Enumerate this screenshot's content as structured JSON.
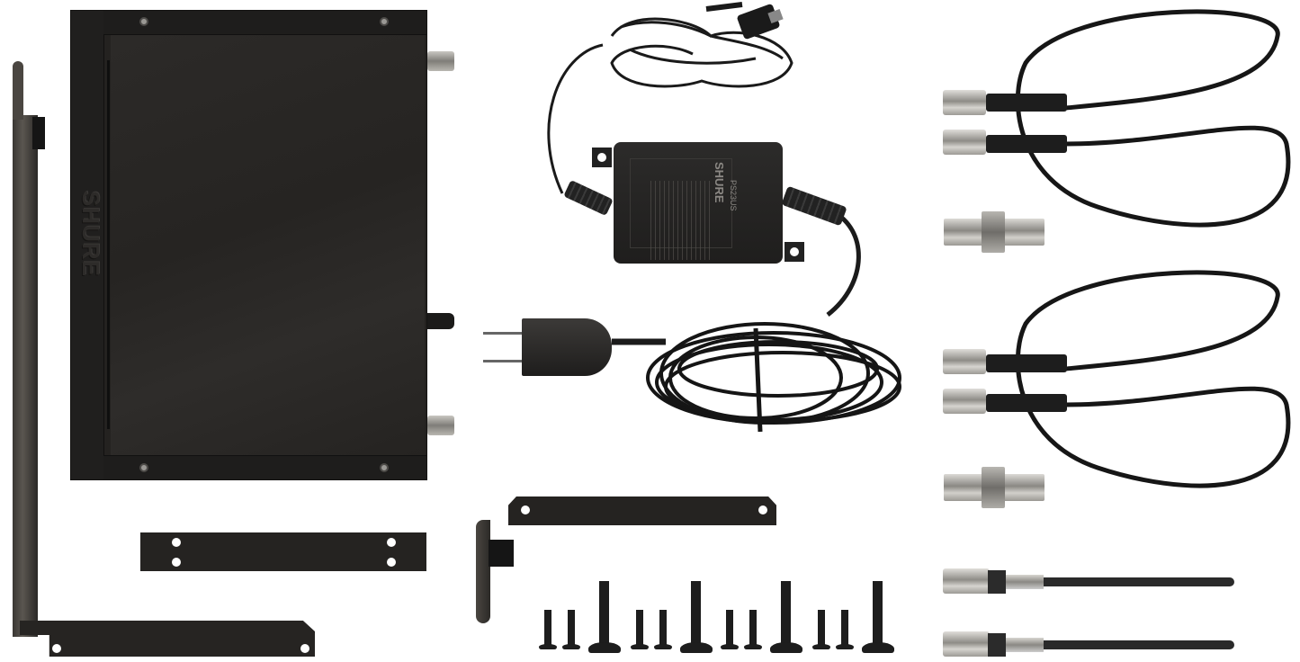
{
  "scene": {
    "type": "product photo",
    "background_color": "#ffffff",
    "description": "Wireless receiver rack-mount kit components laid out on white background"
  },
  "items": {
    "receiver": {
      "label": "Receiver unit (top view)",
      "brand_mark": "SHURE",
      "color": "#242220",
      "bnc_jacks": 2
    },
    "power_adapter": {
      "label": "AC power adapter",
      "brand_mark": "SHURE",
      "model_text": "PS23US",
      "plug_type": "2-prong US"
    },
    "bnc_cable_pairs": {
      "label": "Short BNC jumper cables",
      "count": 2,
      "cables_per_pair": 2
    },
    "bnc_couplers": {
      "label": "BNC bulkhead couplers",
      "count": 2
    },
    "antennas": {
      "label": "1/2-wave BNC antennas",
      "count": 2
    },
    "rack_ear_long": {
      "label": "Rack ear bracket (long, L-shaped)"
    },
    "bridge_plate": {
      "label": "Bridge plate",
      "holes": 4
    },
    "rack_ear_short": {
      "label": "Rack ear bracket (short)"
    },
    "screws": {
      "label": "Mounting screws",
      "groups": 4,
      "short_per_group": 2,
      "long_per_group": 1
    }
  }
}
